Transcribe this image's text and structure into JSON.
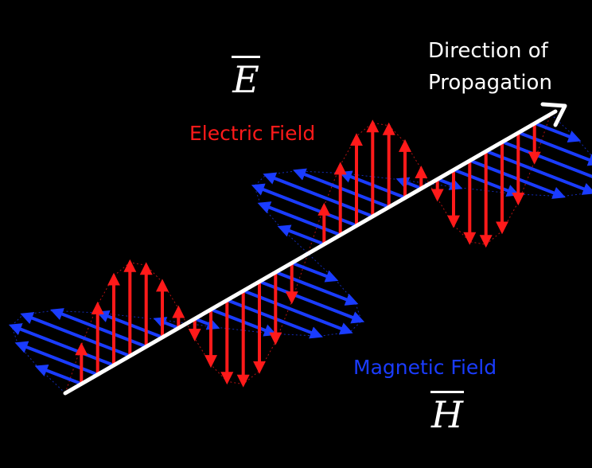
{
  "direction_label": [
    "Direction of",
    "Propagation"
  ],
  "electric_field_label": "Electric Field",
  "magnetic_field_label": "Magnetic Field",
  "e_symbol": "E",
  "h_symbol": "H",
  "colors": {
    "background": "#000000",
    "electric": "#ff1a1a",
    "magnetic": "#1a3cff",
    "propagation_axis": "#ffffff"
  }
}
